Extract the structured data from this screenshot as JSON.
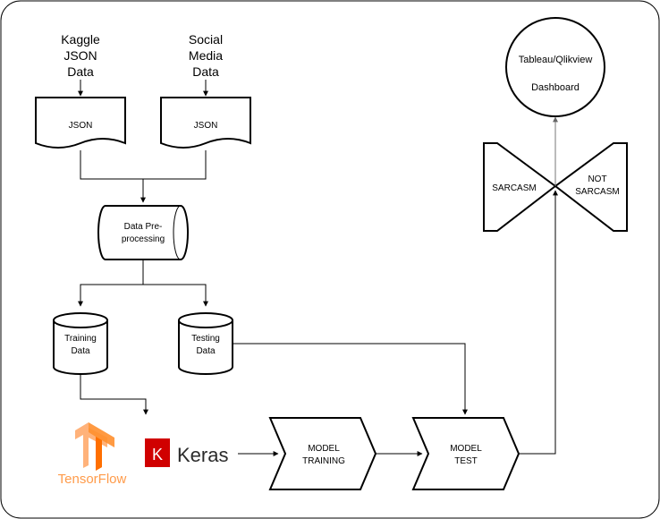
{
  "sources": {
    "kaggle": [
      "Kaggle",
      "JSON",
      "Data"
    ],
    "social": [
      "Social",
      "Media",
      "Data"
    ]
  },
  "documents": {
    "kaggle_doc": "JSON",
    "social_doc": "JSON"
  },
  "preprocess": [
    "Data Pre-",
    "processing"
  ],
  "training_data": [
    "Training",
    "Data"
  ],
  "testing_data": [
    "Testing",
    "Data"
  ],
  "tensorflow": {
    "wordmark": "TensorFlow",
    "color": "#FF6F00"
  },
  "keras": {
    "letter": "K",
    "wordmark": "Keras",
    "color": "#D00000"
  },
  "model_training": [
    "MODEL",
    "TRAINING"
  ],
  "model_test": [
    "MODEL",
    "TEST"
  ],
  "classes": {
    "left": "SARCASM",
    "right": [
      "NOT",
      "SARCASM"
    ]
  },
  "dashboard": [
    "Tableau/Qlikview",
    "Dashboard"
  ]
}
